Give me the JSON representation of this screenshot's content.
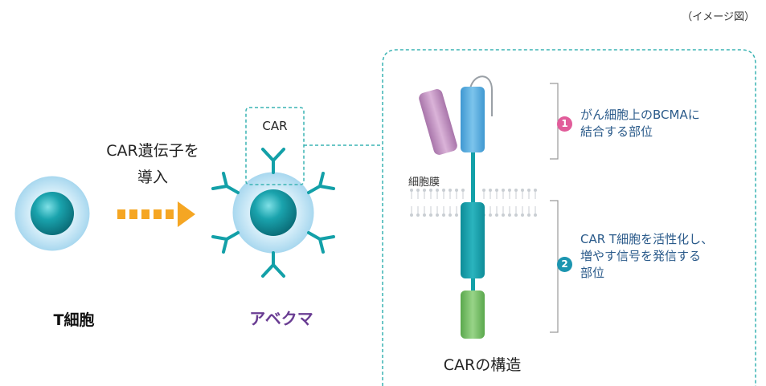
{
  "note": "（イメージ図）",
  "left": {
    "intro_line1": "CAR遺伝子を",
    "intro_line2": "導入",
    "tcell_label": "T細胞",
    "product_label": "アベクマ",
    "car_label": "CAR"
  },
  "structure": {
    "membrane_label": "細胞膜",
    "caption": "CARの構造",
    "callout1": {
      "number": "1",
      "line1": "がん細胞上のBCMAに",
      "line2": "結合する部位"
    },
    "callout2": {
      "number": "2",
      "line1": "CAR T細胞を活性化し、",
      "line2": "増やす信号を発信する",
      "line3": "部位"
    }
  },
  "colors": {
    "teal": "#1aa3ad",
    "teal_dark": "#0b7f8c",
    "cell_halo": "#bfe3f4",
    "arrow_orange": "#f5a623",
    "purple": "#6a3d93",
    "badge_pink": "#e15c9a",
    "badge_teal": "#1c95b0",
    "scfv_purple": "#c89ac6",
    "scfv_blue": "#5aaee0",
    "costim_green": "#7cc36a",
    "bracket_gray": "#9a9a9a",
    "dashed_teal": "#3ab3b3"
  }
}
